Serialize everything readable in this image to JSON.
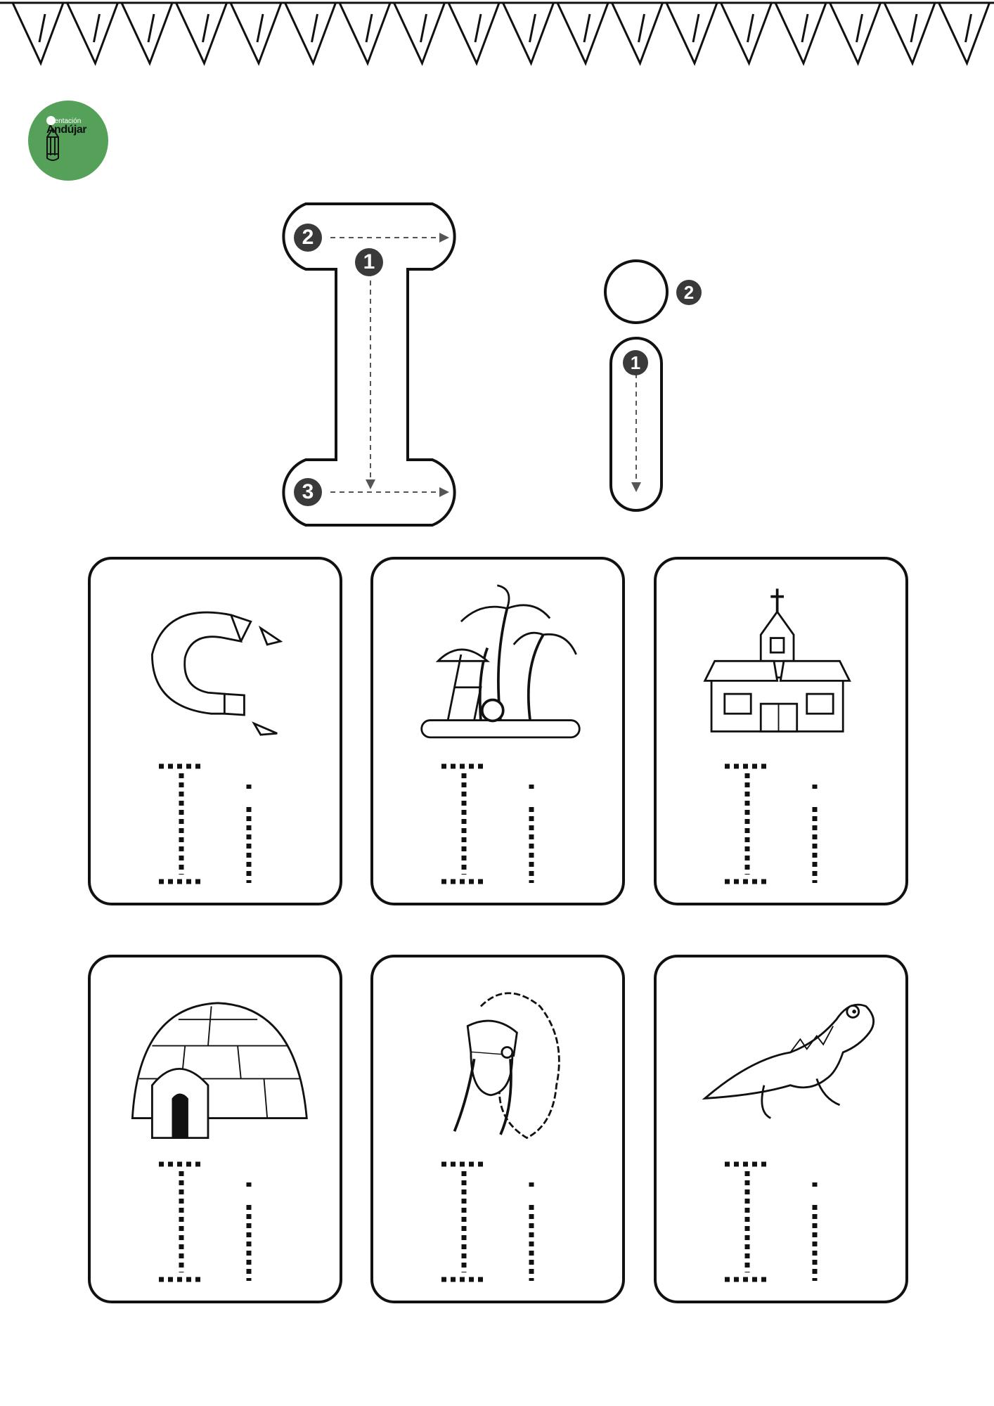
{
  "header": {
    "decoration": "bunting-flags"
  },
  "logo": {
    "line1": "rientación",
    "line2": "Andújar",
    "icon": "pencil-icon",
    "color": "#55a15a"
  },
  "uppercase_guide": {
    "letter": "I",
    "steps": [
      "1",
      "2",
      "3"
    ]
  },
  "lowercase_guide": {
    "letter": "i",
    "steps": [
      "1",
      "2"
    ]
  },
  "cards": [
    {
      "image": "magnet-icon",
      "trace": "I i"
    },
    {
      "image": "island-icon",
      "trace": "I i"
    },
    {
      "image": "church-icon",
      "trace": "I i"
    },
    {
      "image": "igloo-icon",
      "trace": "I i"
    },
    {
      "image": "indian-chief-icon",
      "trace": "I i"
    },
    {
      "image": "iguana-icon",
      "trace": "I i"
    }
  ]
}
